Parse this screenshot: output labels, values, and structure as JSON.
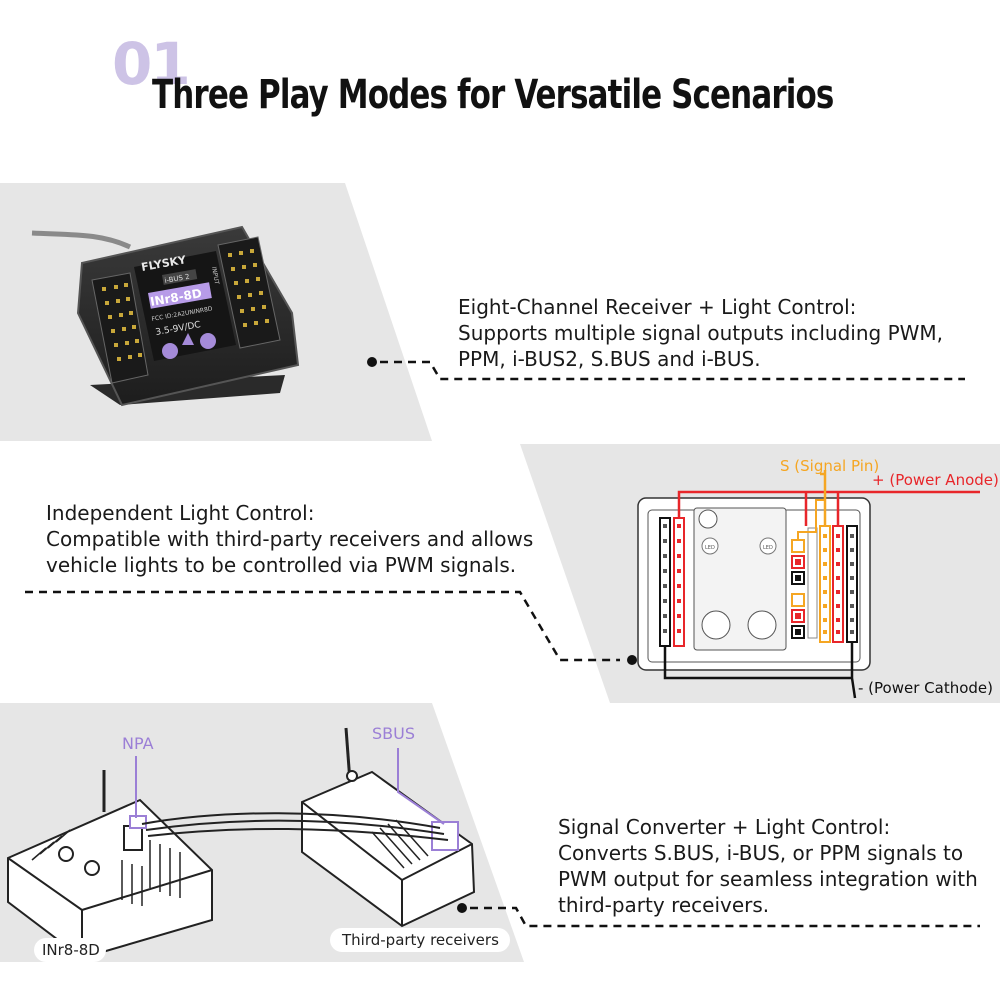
{
  "header": {
    "number": "01",
    "title": "Three Play Modes for Versatile Scenarios"
  },
  "section1": {
    "heading": "Eight-Channel Receiver + Light Control:",
    "line1": "Supports multiple signal outputs including PWM,",
    "line2": "PPM, i-BUS2, S.BUS and i-BUS.",
    "device": {
      "brand": "FLYSKY",
      "badge": "i-BUS 2",
      "model": "INr8-8D",
      "fcc": "FCC ID:2A2UNINR8D",
      "voltage": "3.5-9V/DC",
      "side_label": "INPUT"
    }
  },
  "section2": {
    "heading": "Independent Light Control:",
    "line1": "Compatible with third-party receivers and allows",
    "line2": "vehicle lights to be controlled via PWM signals.",
    "signal_pin_label": "S (Signal Pin)",
    "power_anode_label": "+ (Power Anode)",
    "power_cathode_label": "- (Power Cathode)",
    "led_label": "LED",
    "colors": {
      "signal": "#f5a623",
      "anode": "#e8262a",
      "cathode": "#111111"
    }
  },
  "section3": {
    "heading": "Signal Converter + Light Control:",
    "line1": "Converts S.BUS, i-BUS, or PPM signals to",
    "line2": "PWM output for seamless integration with",
    "line3": "third-party receivers.",
    "npa_label": "NPA",
    "sbus_label": "SBUS",
    "left_device_label": "INr8-8D",
    "right_device_label": "Third-party receivers",
    "colors": {
      "accent": "#9b7fd6"
    }
  }
}
